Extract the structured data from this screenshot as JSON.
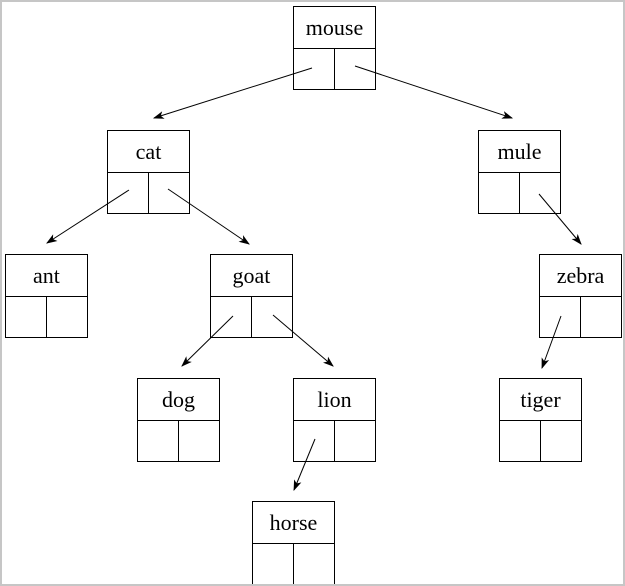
{
  "page": {
    "background_color": "#ffffff",
    "frame_border_color": "#c6c6c6"
  },
  "diagram": {
    "type": "binary-tree-linked-nodes",
    "node_border_color": "#000000",
    "arrow_color": "#000000",
    "text_color": "#000000",
    "nodes": [
      {
        "id": "mouse",
        "label": "mouse"
      },
      {
        "id": "cat",
        "label": "cat"
      },
      {
        "id": "mule",
        "label": "mule"
      },
      {
        "id": "ant",
        "label": "ant"
      },
      {
        "id": "goat",
        "label": "goat"
      },
      {
        "id": "zebra",
        "label": "zebra"
      },
      {
        "id": "dog",
        "label": "dog"
      },
      {
        "id": "lion",
        "label": "lion"
      },
      {
        "id": "tiger",
        "label": "tiger"
      },
      {
        "id": "horse",
        "label": "horse"
      }
    ],
    "edges": [
      {
        "from": "mouse",
        "pointer": "left",
        "to": "cat"
      },
      {
        "from": "mouse",
        "pointer": "right",
        "to": "mule"
      },
      {
        "from": "cat",
        "pointer": "left",
        "to": "ant"
      },
      {
        "from": "cat",
        "pointer": "right",
        "to": "goat"
      },
      {
        "from": "goat",
        "pointer": "left",
        "to": "dog"
      },
      {
        "from": "goat",
        "pointer": "right",
        "to": "lion"
      },
      {
        "from": "lion",
        "pointer": "left",
        "to": "horse"
      },
      {
        "from": "mule",
        "pointer": "right",
        "to": "zebra"
      },
      {
        "from": "zebra",
        "pointer": "left",
        "to": "tiger"
      }
    ]
  }
}
